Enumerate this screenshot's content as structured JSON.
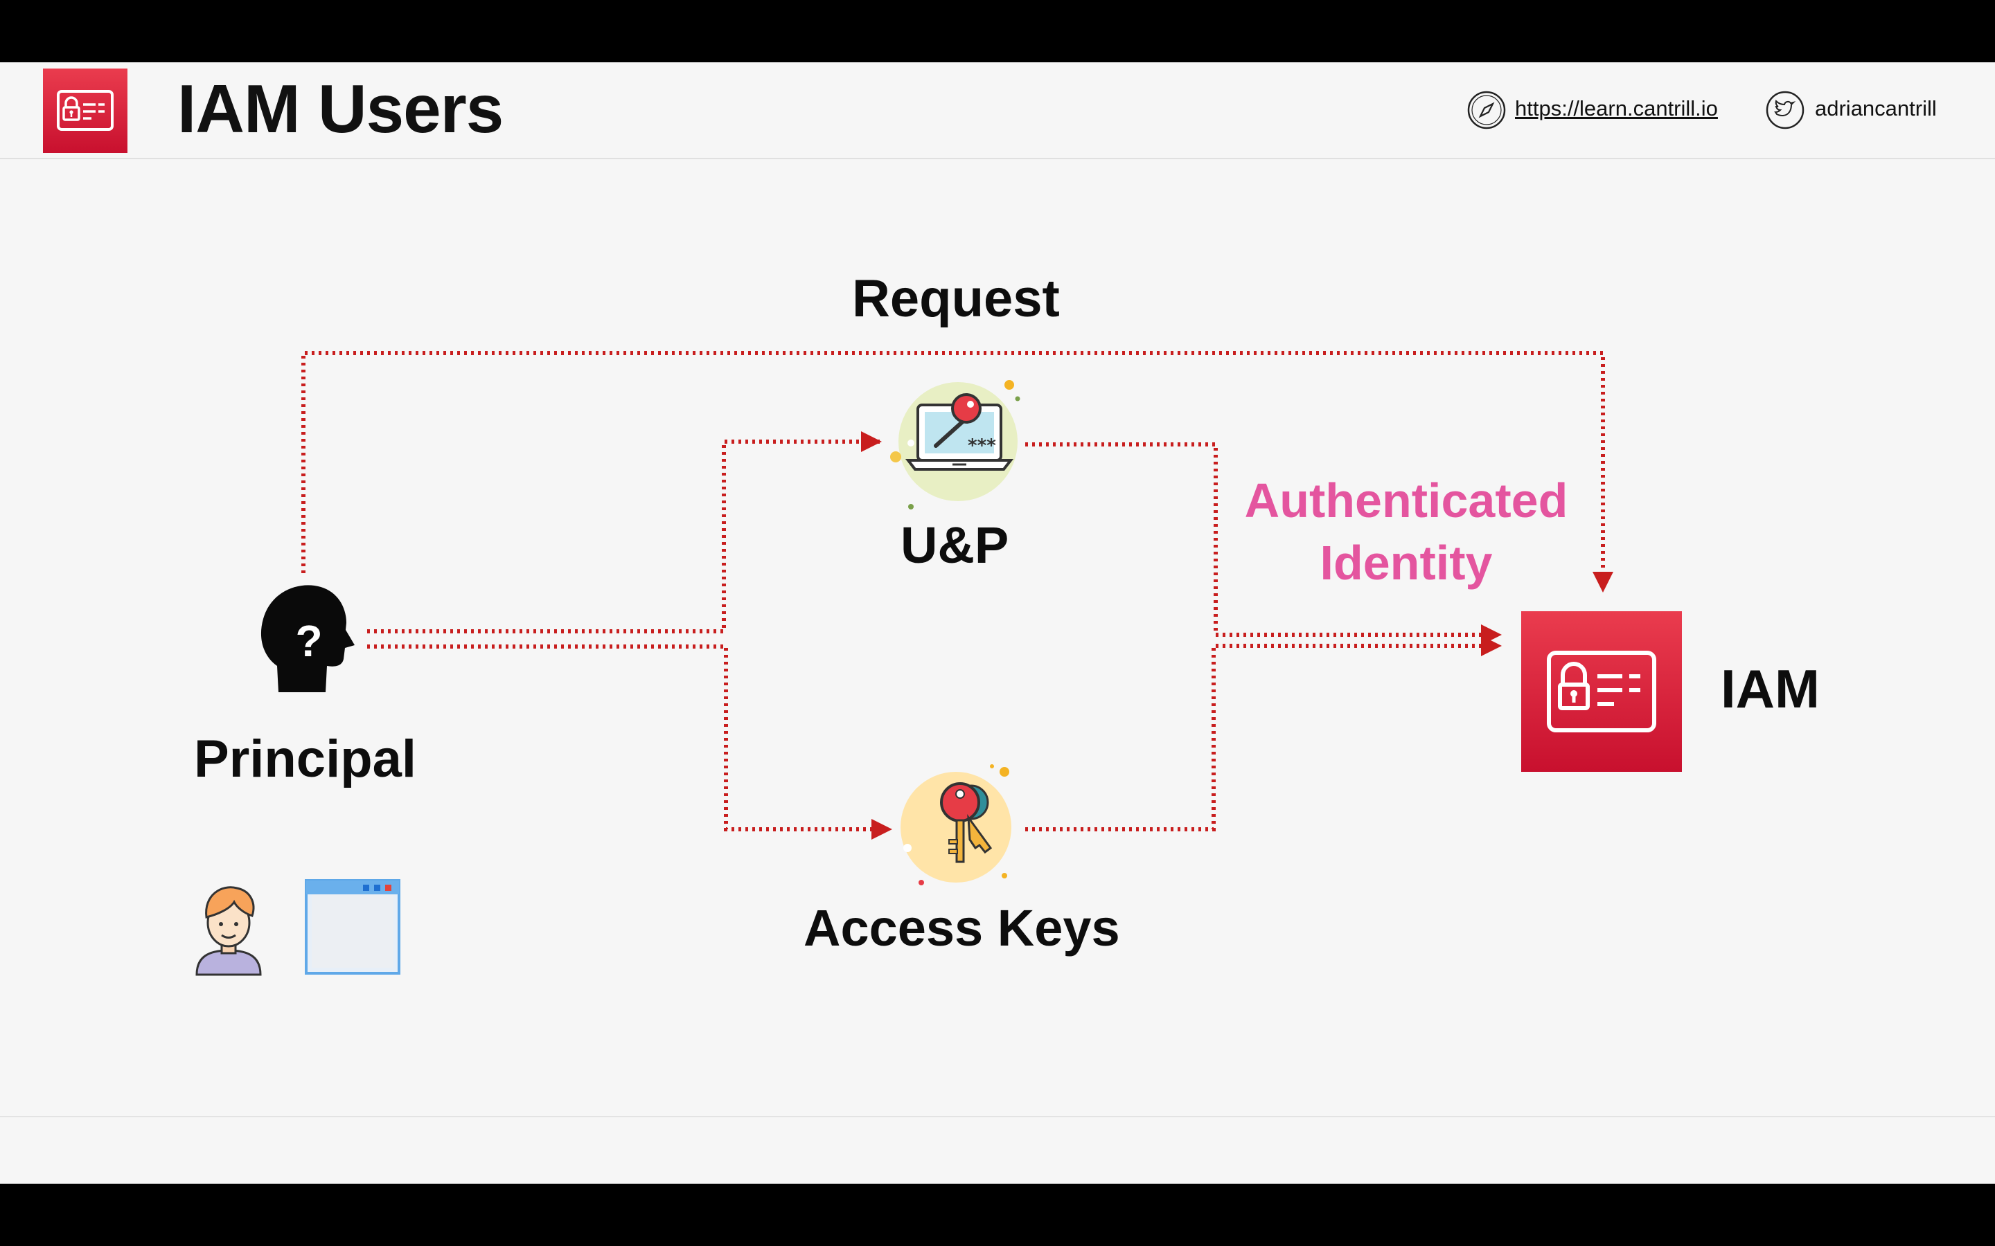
{
  "header": {
    "title": "IAM Users",
    "website": "https://learn.cantrill.io",
    "twitter": "adriancantrill",
    "website_icon": "compass-icon",
    "twitter_icon": "twitter-bird-icon",
    "logo_icon": "iam-badge-icon"
  },
  "diagram": {
    "request_label": "Request",
    "principal_label": "Principal",
    "up_label": "U&P",
    "access_keys_label": "Access Keys",
    "authenticated_line1": "Authenticated",
    "authenticated_line2": "Identity",
    "iam_label": "IAM",
    "principal_symbol": "?",
    "password_mask": "***"
  },
  "colors": {
    "aws_red": "#d6192f",
    "connector": "#c81e1e",
    "highlight_pink": "#e4559f",
    "text": "#0d0d0d"
  },
  "icons": {
    "principal": "head-question-icon",
    "up": "laptop-key-icon",
    "access_keys": "keys-icon",
    "iam": "iam-badge-icon",
    "human": "person-avatar-icon",
    "application": "app-window-icon"
  }
}
